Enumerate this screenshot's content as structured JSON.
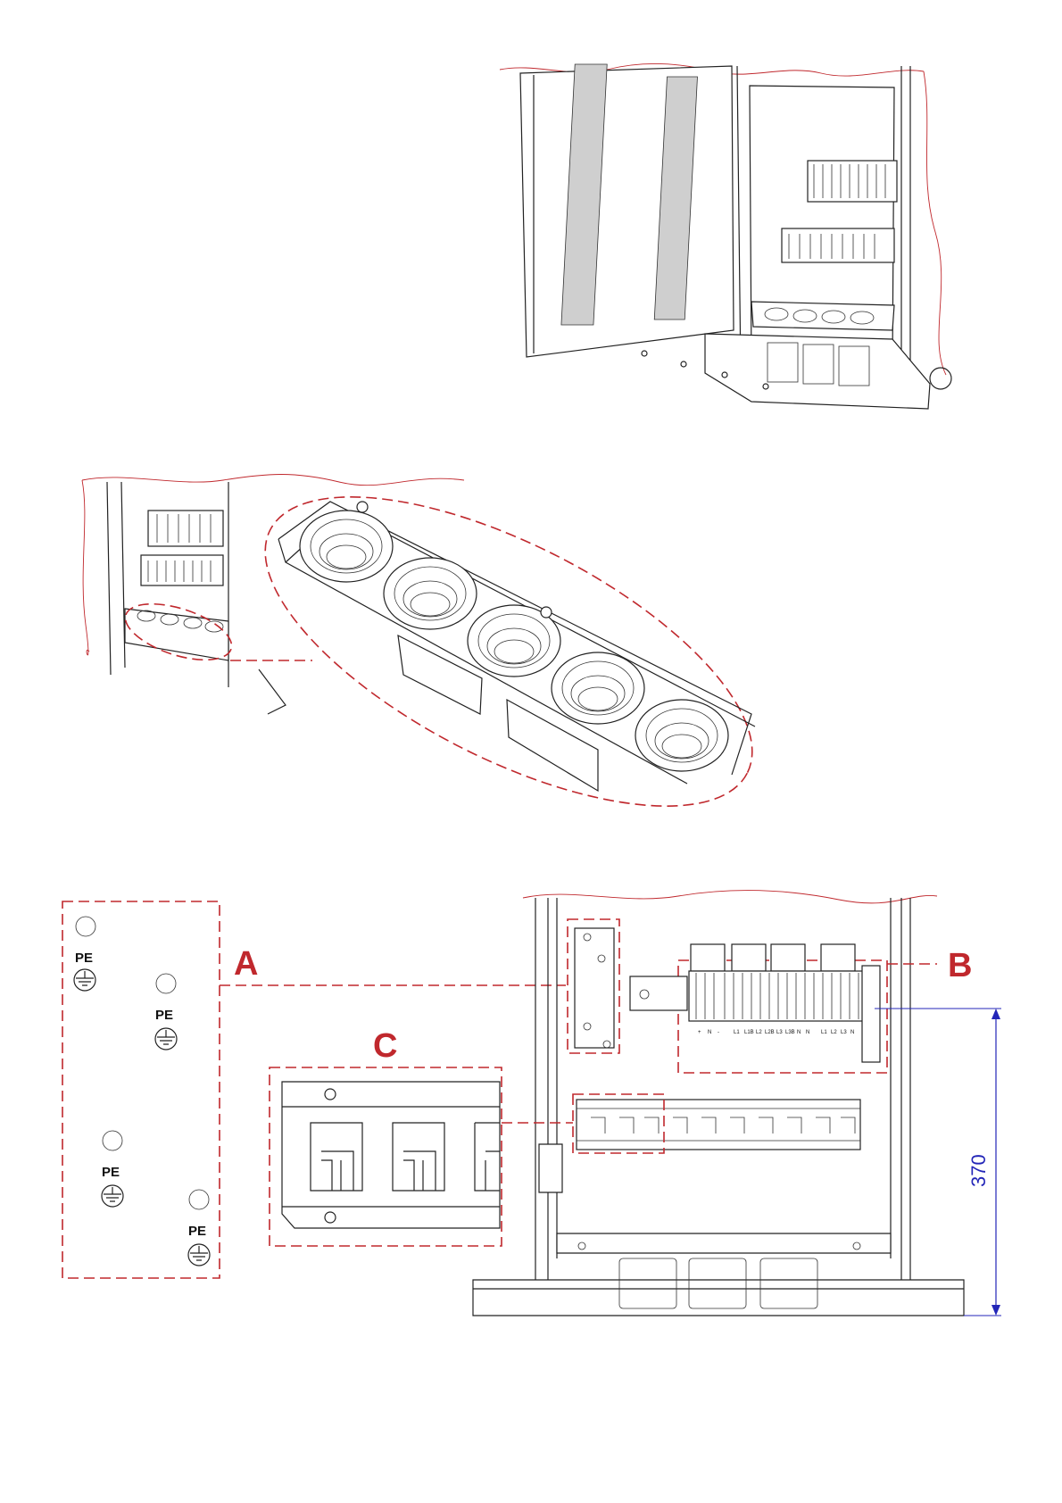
{
  "colors": {
    "callout_red": "#c0282d",
    "dimension_blue": "#2326b8",
    "line_black": "#222222"
  },
  "callouts": {
    "a": "A",
    "b": "B",
    "c": "C"
  },
  "earth_labels": [
    "PE",
    "PE",
    "PE",
    "PE"
  ],
  "dimension": {
    "value": "370"
  },
  "terminal_labels": {
    "battery": [
      "+",
      "N",
      "-"
    ],
    "input": [
      "L1",
      "L1B",
      "L2",
      "L2B",
      "L3",
      "L3B",
      "N",
      "N"
    ],
    "output": [
      "L1",
      "L2",
      "L3",
      "N"
    ]
  },
  "icons": [
    "earth-ground-icon",
    "screw-icon",
    "cable-gland-icon",
    "terminal-clamp-icon"
  ]
}
